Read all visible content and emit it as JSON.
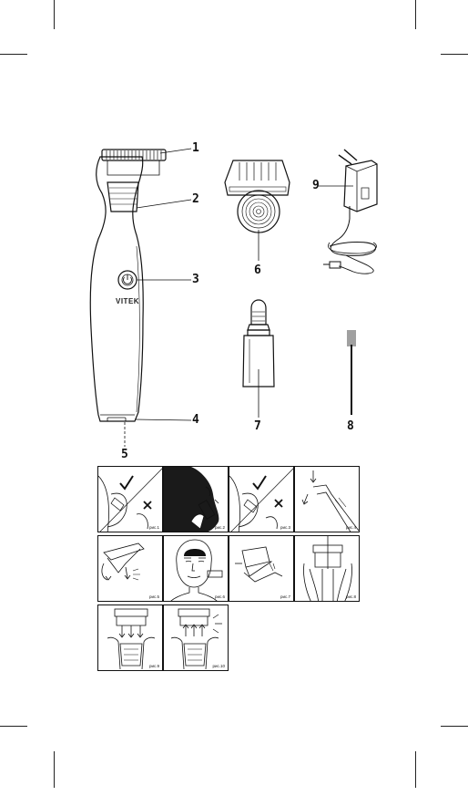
{
  "brand": "VITEK",
  "callouts": [
    "1",
    "2",
    "3",
    "4",
    "5",
    "6",
    "7",
    "8",
    "9"
  ],
  "figures": [
    "рис.1",
    "рис.2",
    "рис.3",
    "рис.4",
    "рис.5",
    "рис.6",
    "рис.7",
    "рис.8",
    "рис.9",
    "рис.10"
  ],
  "icons": {
    "power": "power-icon",
    "check": "check-icon",
    "cross": "cross-icon"
  },
  "colors": {
    "ink": "#111111",
    "dark_panel": "#1a1a1a",
    "paper": "#ffffff"
  }
}
